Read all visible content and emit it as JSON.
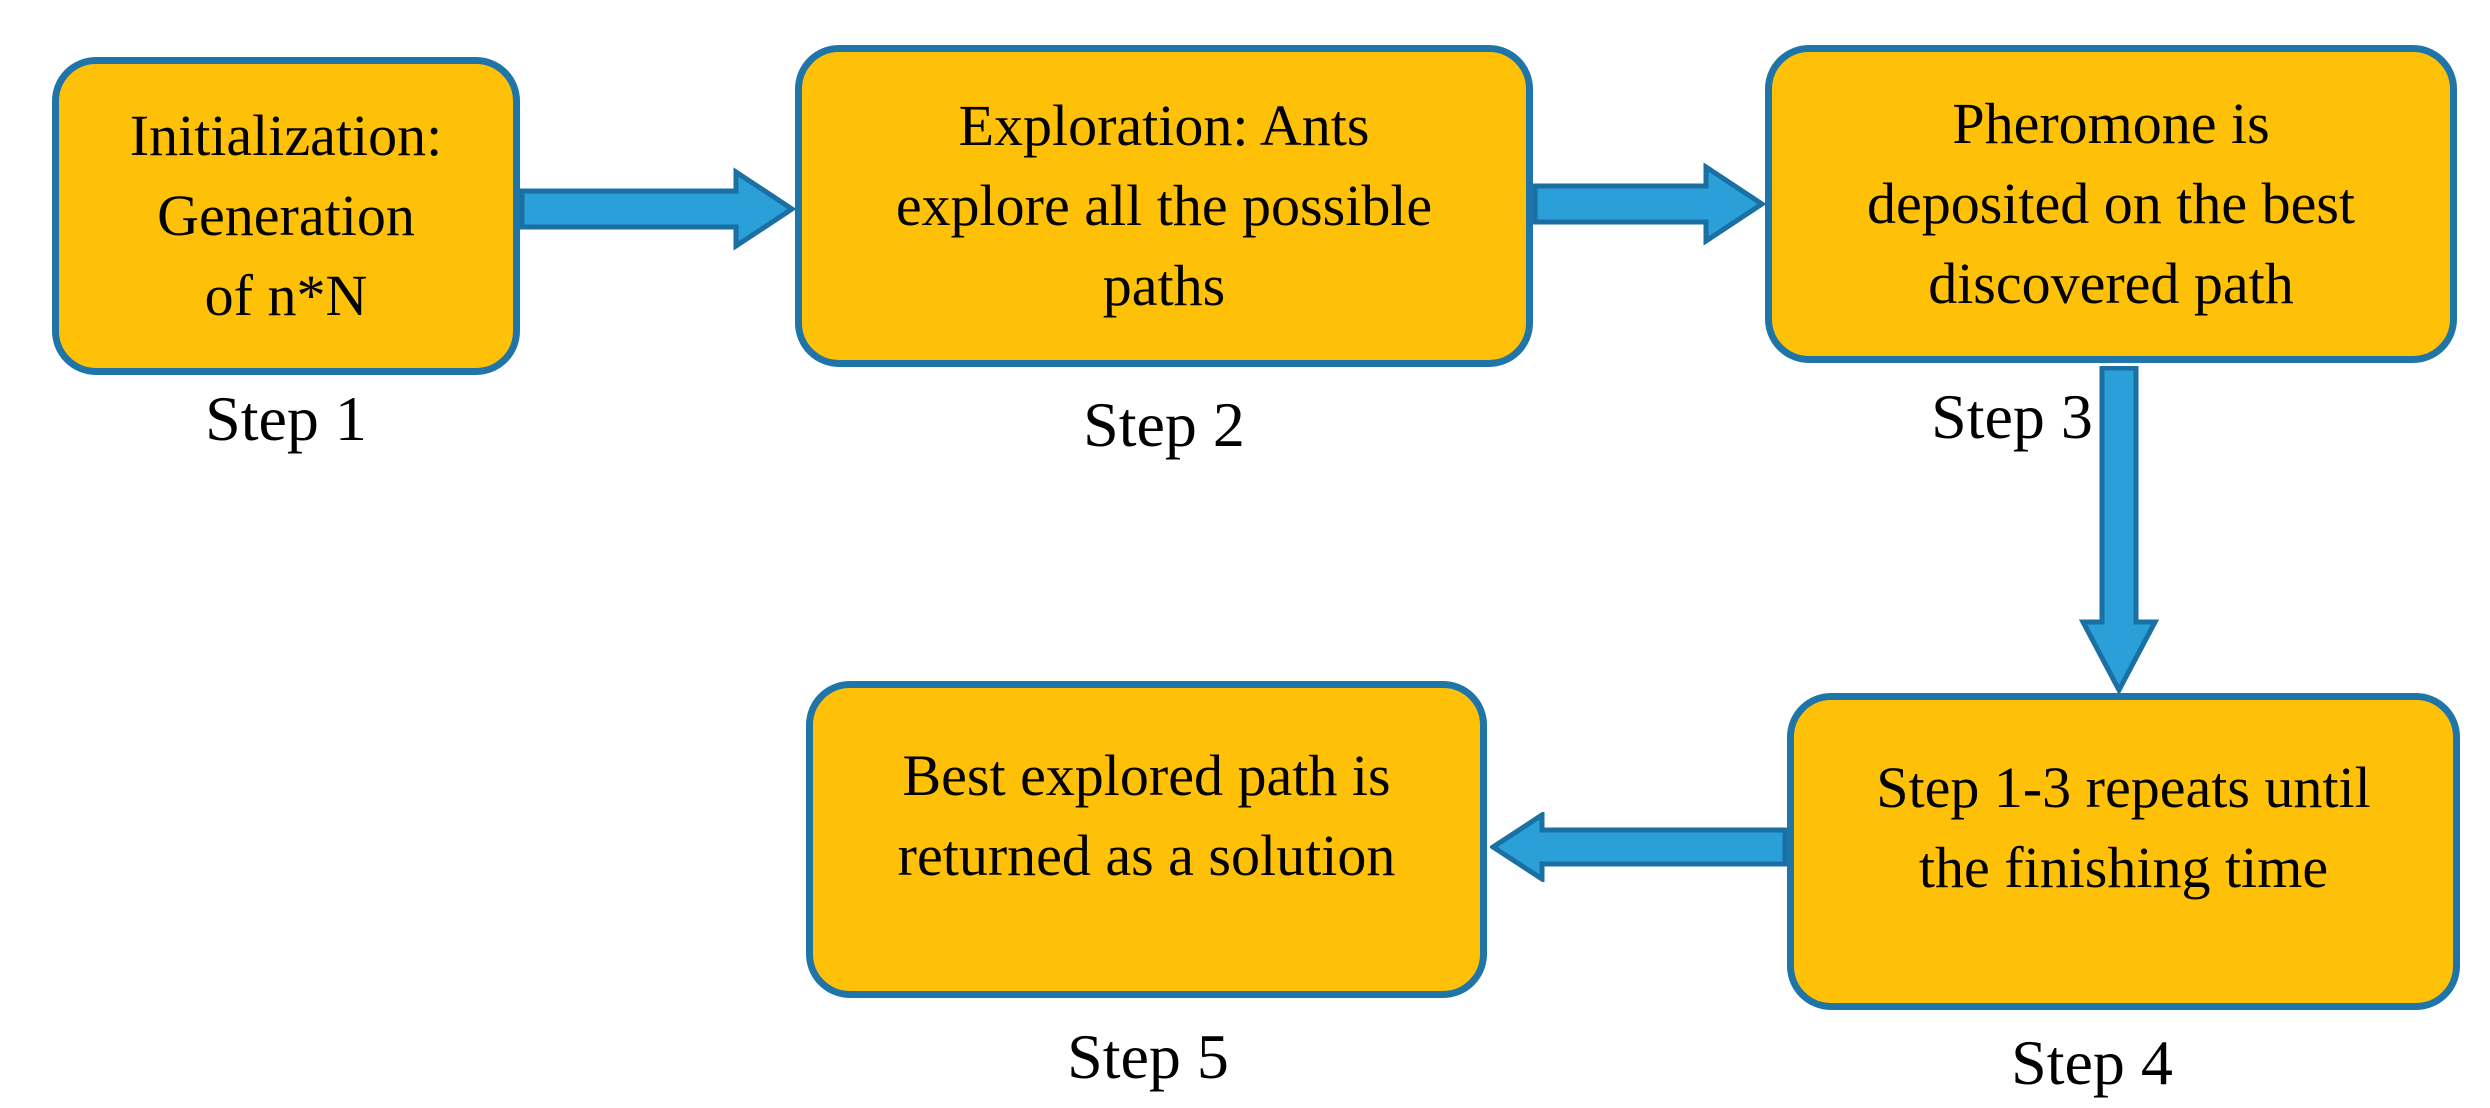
{
  "diagram": {
    "title": "Ant colony optimization steps flowchart",
    "colors": {
      "background": "#ffffff",
      "node_fill": "#FFC008",
      "node_border": "#1F74A8",
      "arrow_fill": "#2B9FD8",
      "arrow_outline": "#1A6FA3",
      "text": "#000000"
    },
    "nodes": [
      {
        "id": "step1",
        "text": "Initialization:\nGeneration\nof n*N",
        "label": "Step 1"
      },
      {
        "id": "step2",
        "text": "Exploration: Ants\nexplore all the possible\npaths",
        "label": "Step 2"
      },
      {
        "id": "step3",
        "text": "Pheromone is\ndeposited on the best\ndiscovered path",
        "label": "Step 3"
      },
      {
        "id": "step4",
        "text": "Step 1-3 repeats until\nthe finishing time",
        "label": "Step 4"
      },
      {
        "id": "step5",
        "text": "Best explored path is\nreturned as a solution",
        "label": "Step 5"
      }
    ],
    "edges": [
      {
        "from": "step1",
        "to": "step2",
        "direction": "right"
      },
      {
        "from": "step2",
        "to": "step3",
        "direction": "right"
      },
      {
        "from": "step3",
        "to": "step4",
        "direction": "down"
      },
      {
        "from": "step4",
        "to": "step5",
        "direction": "left"
      }
    ]
  }
}
